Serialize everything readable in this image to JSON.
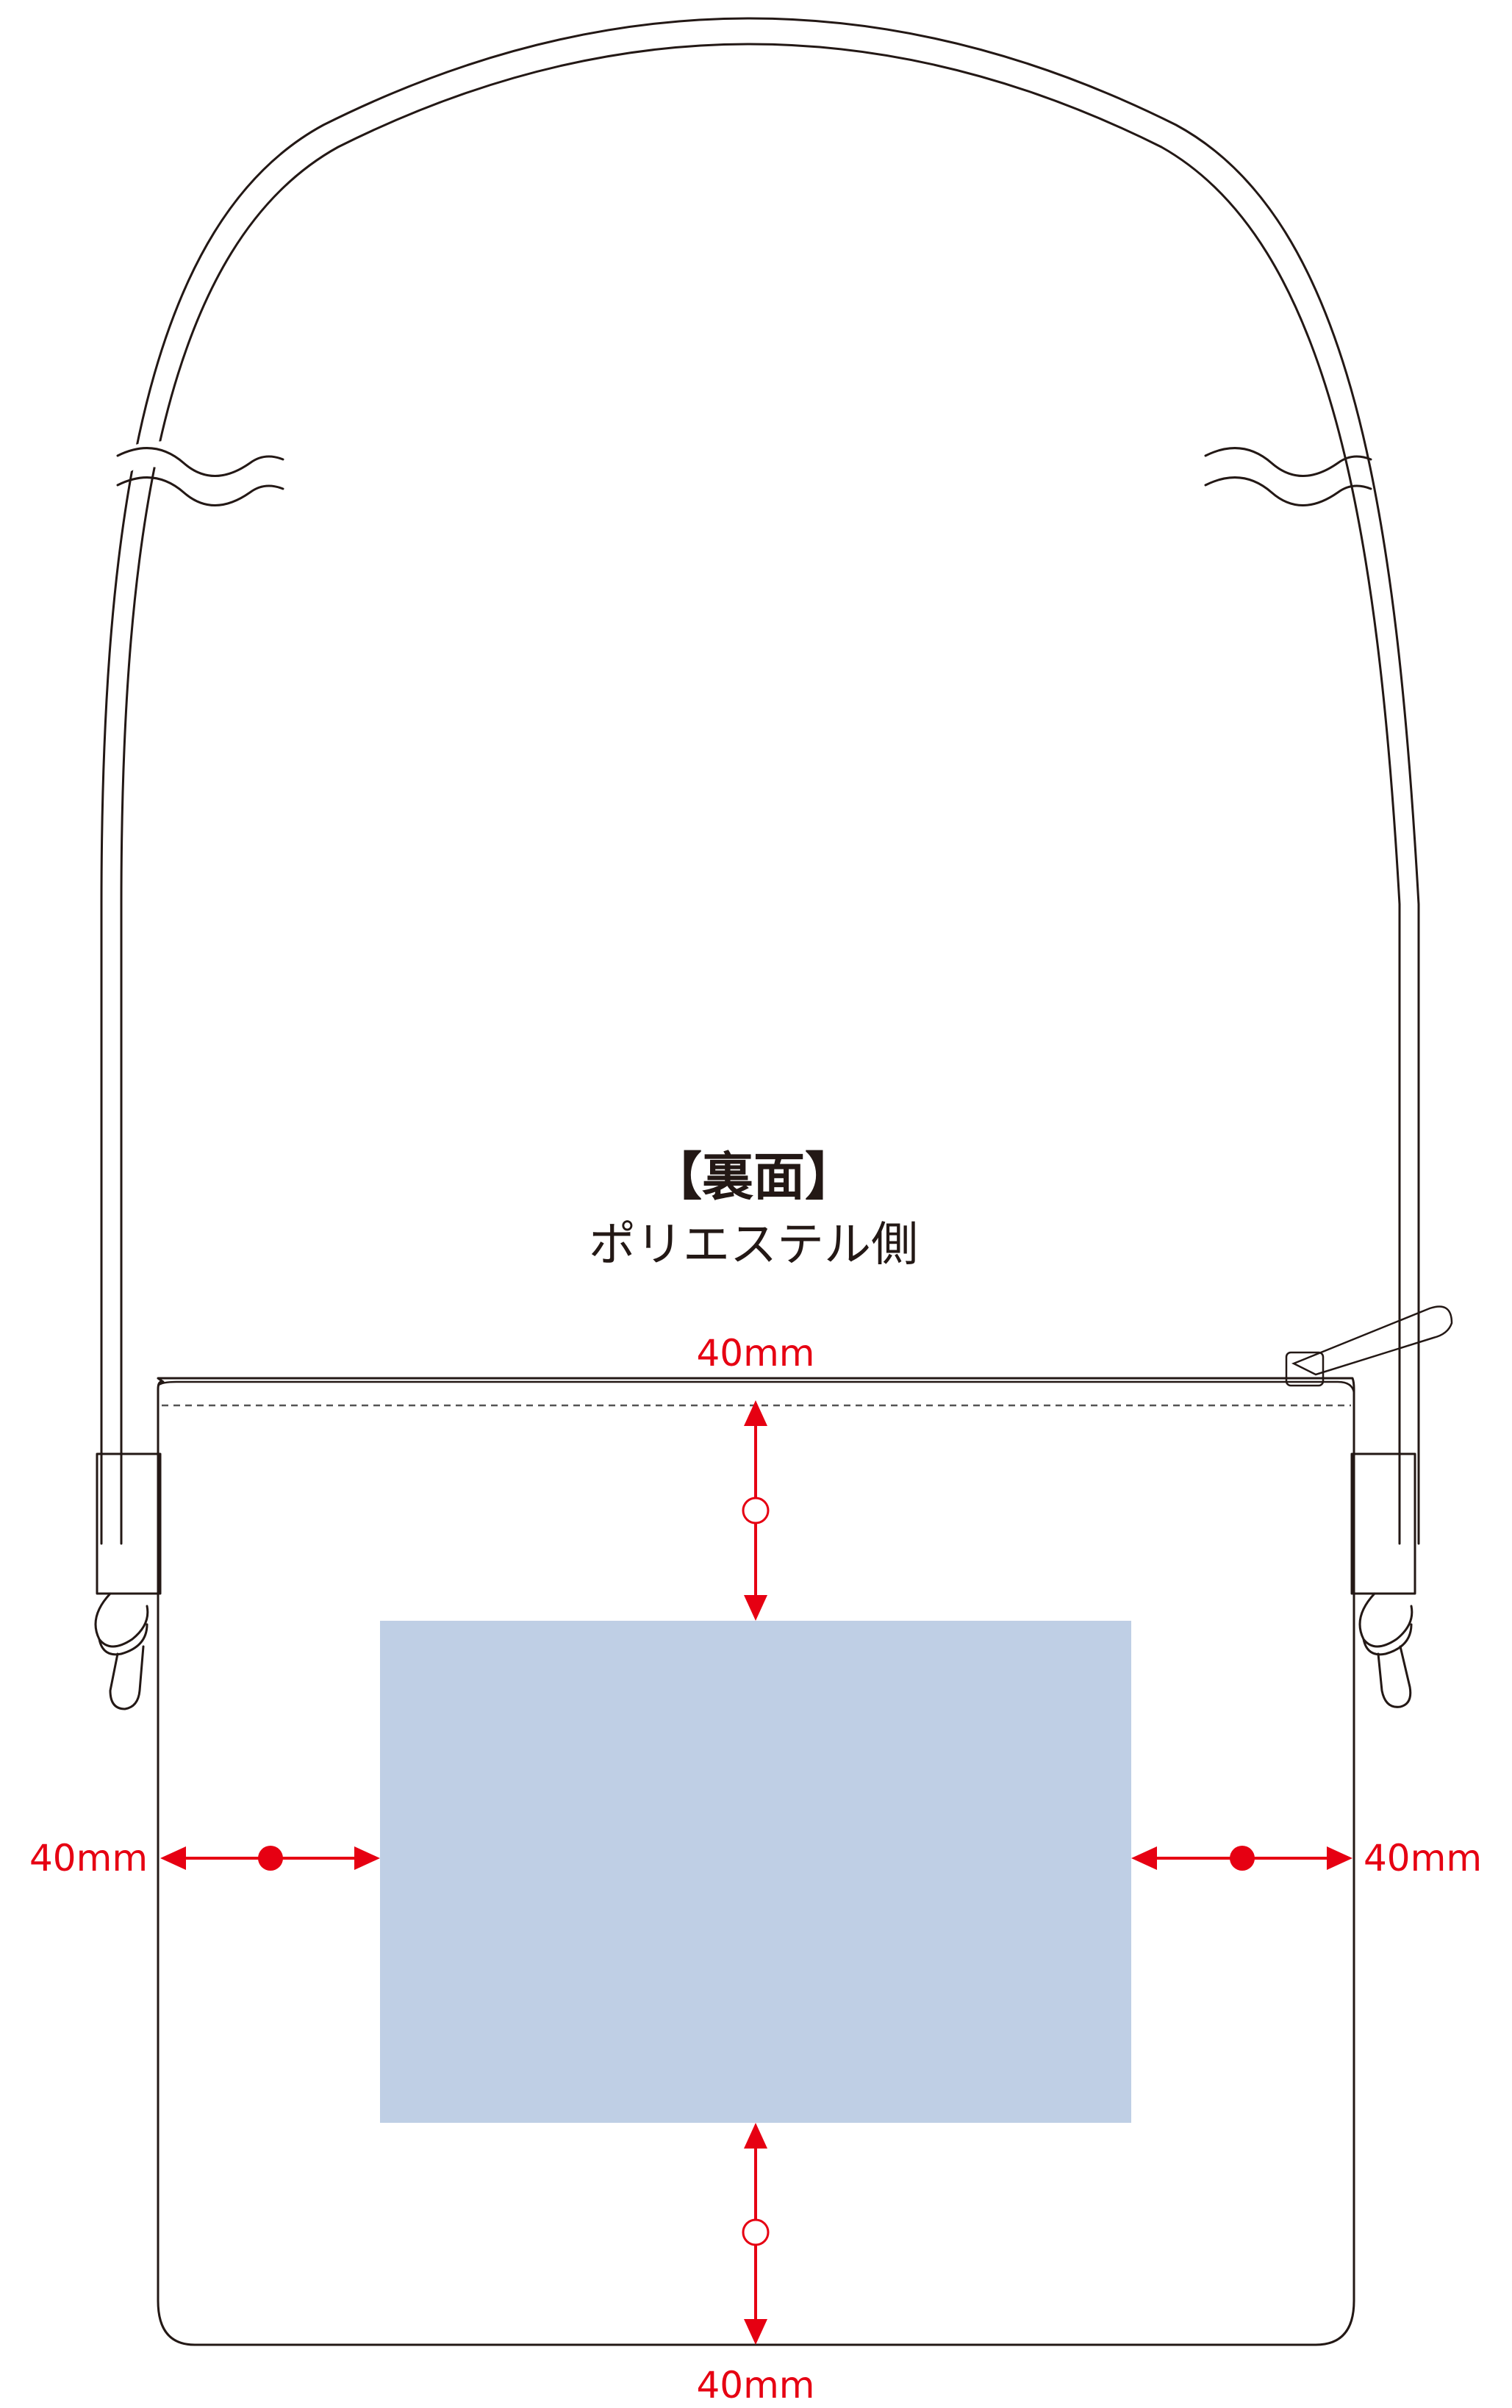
{
  "heading": {
    "title": "【裏面】",
    "subtitle": "ポリエステル側"
  },
  "dimensions": {
    "top": "40mm",
    "left": "40mm",
    "right": "40mm",
    "bottom": "40mm"
  },
  "markers": {
    "top": "○",
    "bottom": "○",
    "left": "●",
    "right": "●"
  },
  "colors": {
    "outline": "#231815",
    "dimension": "#e60012",
    "print_area": "#bfcfe5",
    "background": "#ffffff"
  }
}
